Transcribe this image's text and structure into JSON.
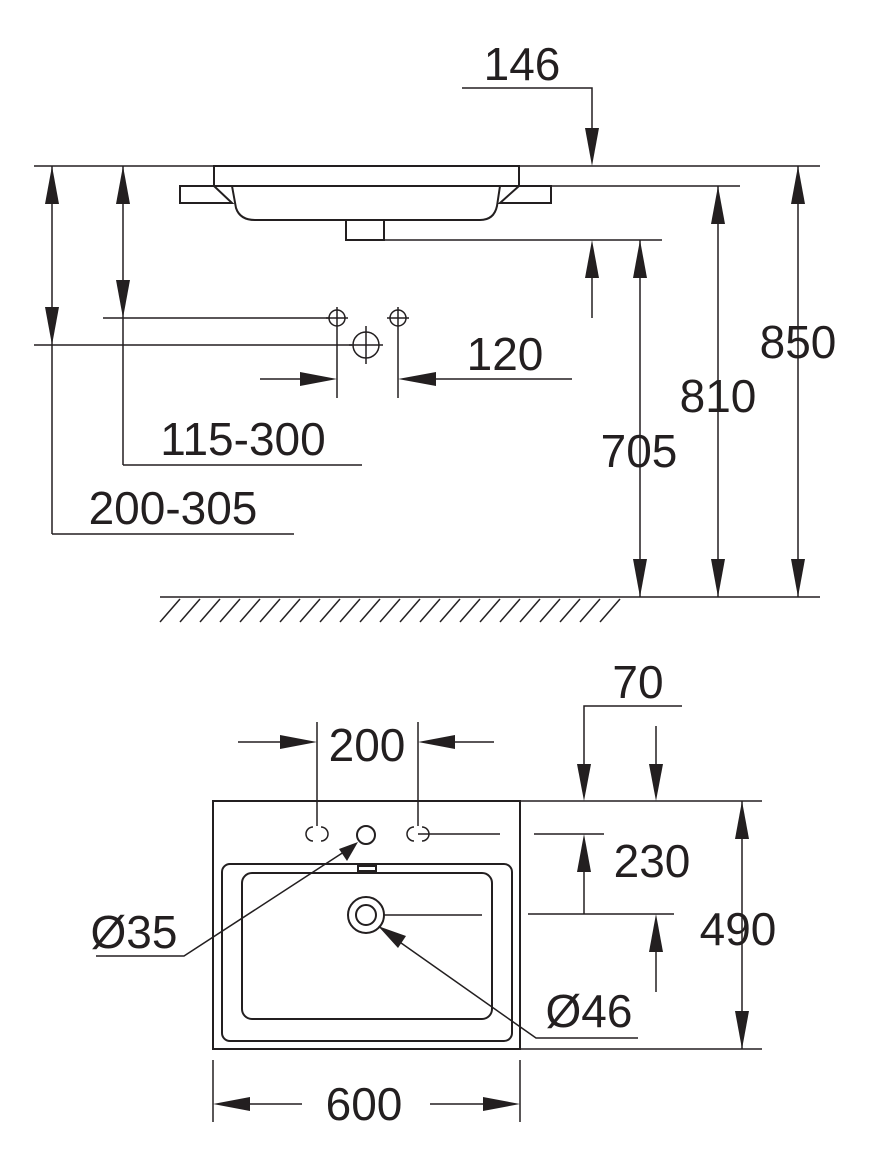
{
  "side_view": {
    "dims": {
      "top_offset": "146",
      "tap_hole_spacing": "120",
      "supply_height": "115-300",
      "drain_height": "200-305",
      "bowl_bottom_height": "705",
      "rim_underside_height": "810",
      "total_height": "850"
    }
  },
  "top_view": {
    "dims": {
      "tap_holes_spacing": "200",
      "edge_offset": "70",
      "drain_offset": "230",
      "depth": "490",
      "tap_hole_diameter": "Ø35",
      "drain_diameter": "Ø46",
      "width": "600"
    }
  },
  "colors": {
    "line": "#231f20",
    "background": "#ffffff"
  }
}
